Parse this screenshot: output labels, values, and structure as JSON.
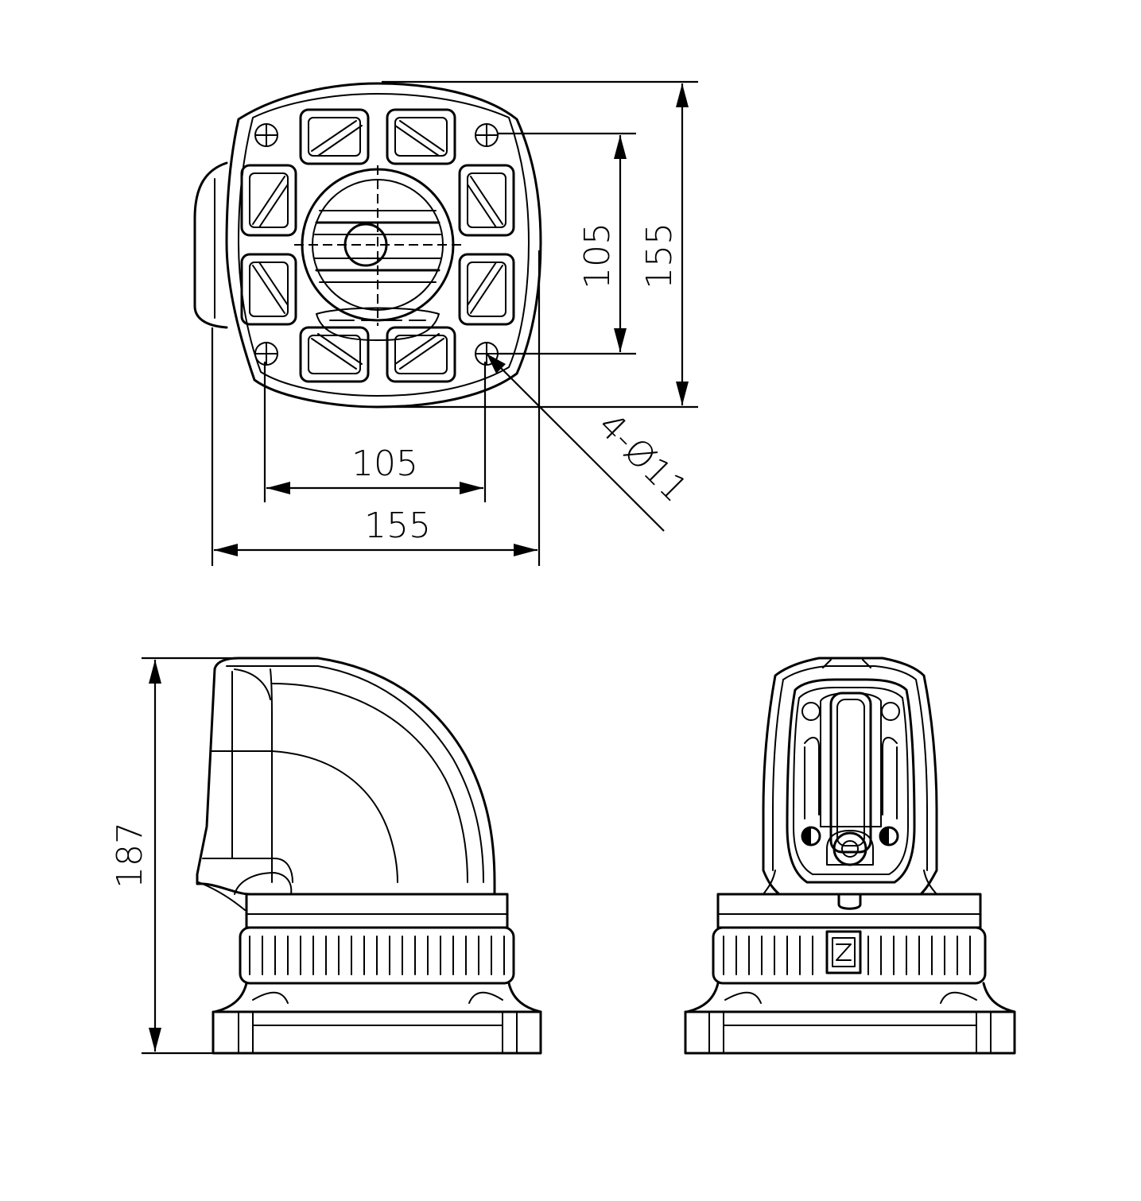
{
  "dimensions": {
    "top_horizontal_inner": "105",
    "top_horizontal_outer": "155",
    "top_vertical_inner": "105",
    "top_vertical_outer": "155",
    "hole_callout": "4-Ø11",
    "side_height": "187"
  },
  "line_color": "#000000",
  "background_color": "#ffffff"
}
